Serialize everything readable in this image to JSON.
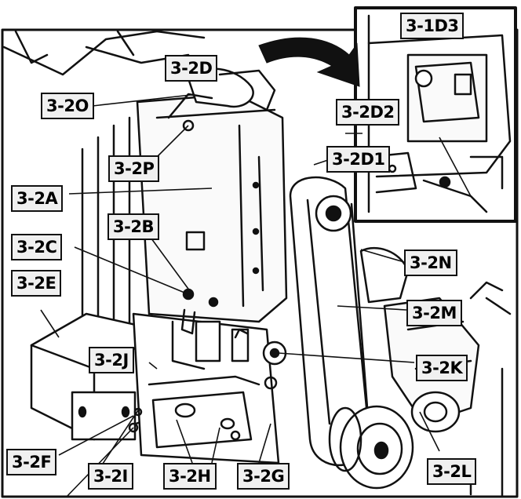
{
  "diagram": {
    "callouts": [
      {
        "id": "3-1D3",
        "label": "3-1D3"
      },
      {
        "id": "3-2D",
        "label": "3-2D"
      },
      {
        "id": "3-2O",
        "label": "3-2O"
      },
      {
        "id": "3-2D2",
        "label": "3-2D2"
      },
      {
        "id": "3-2D1",
        "label": "3-2D1"
      },
      {
        "id": "3-2P",
        "label": "3-2P"
      },
      {
        "id": "3-2A",
        "label": "3-2A"
      },
      {
        "id": "3-2B",
        "label": "3-2B"
      },
      {
        "id": "3-2C",
        "label": "3-2C"
      },
      {
        "id": "3-2N",
        "label": "3-2N"
      },
      {
        "id": "3-2E",
        "label": "3-2E"
      },
      {
        "id": "3-2M",
        "label": "3-2M"
      },
      {
        "id": "3-2J",
        "label": "3-2J"
      },
      {
        "id": "3-2K",
        "label": "3-2K"
      },
      {
        "id": "3-2F",
        "label": "3-2F"
      },
      {
        "id": "3-2I",
        "label": "3-2I"
      },
      {
        "id": "3-2H",
        "label": "3-2H"
      },
      {
        "id": "3-2G",
        "label": "3-2G"
      },
      {
        "id": "3-2L",
        "label": "3-2L"
      }
    ]
  }
}
